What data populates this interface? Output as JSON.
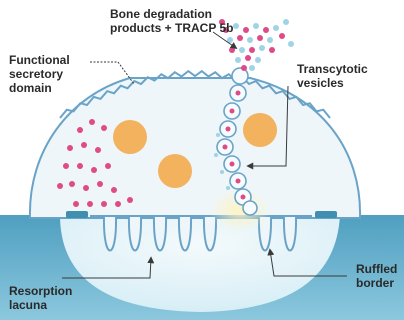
{
  "labels": {
    "degradation": {
      "line1": "Bone degradation",
      "line2": "products + TRACP 5b"
    },
    "secretory": {
      "line1": "Functional",
      "line2": "secretory",
      "line3": "domain"
    },
    "transcytotic": {
      "line1": "Transcytotic",
      "line2": "vesicles"
    },
    "ruffled": {
      "line1": "Ruffled",
      "line2": "border"
    },
    "lacuna": {
      "line1": "Resorption",
      "line2": "lacuna"
    }
  },
  "colors": {
    "bone": "#6fb8d2",
    "bone_dark": "#3e8fb0",
    "cell_body": "#eef6fa",
    "membrane": "#6aa3c8",
    "nucleus": "#f2b25e",
    "product_pink": "#e04a86",
    "product_blue": "#9fd3e6",
    "glow": "#f7e6a6",
    "arrow": "#3a3a3a",
    "text": "#2a2a2a"
  },
  "icons": {
    "nuclei": "nucleus-icon",
    "vesicle": "vesicle-icon",
    "particle": "degradation-particle-icon"
  }
}
